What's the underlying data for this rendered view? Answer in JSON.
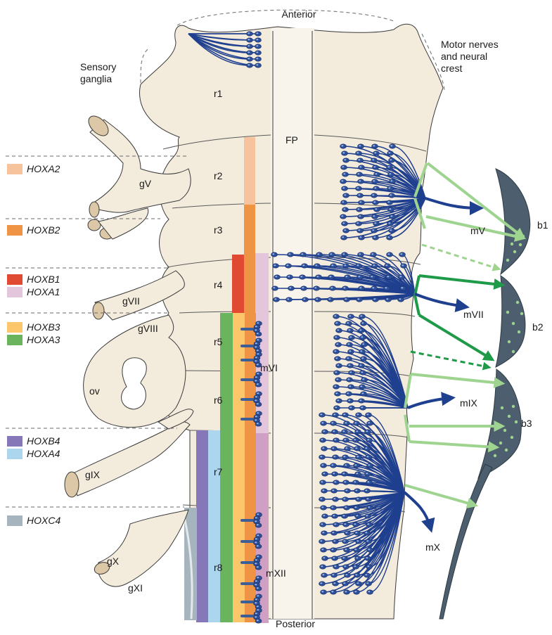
{
  "orientation": {
    "top": "Anterior",
    "bottom": "Posterior"
  },
  "side_headers": {
    "left": [
      "Sensory",
      "ganglia"
    ],
    "right": [
      "Motor nerves",
      "and neural",
      "crest"
    ]
  },
  "floor_plate": "FP",
  "rhombomeres": [
    "r1",
    "r2",
    "r3",
    "r4",
    "r5",
    "r6",
    "r7",
    "r8"
  ],
  "ganglia": [
    "gV",
    "gVII",
    "gVIII",
    "ov",
    "gIX",
    "gX",
    "gXI"
  ],
  "motor_nuclei": [
    "mVI",
    "mXII"
  ],
  "motor_nerves": [
    "mV",
    "mVII",
    "mIX",
    "mX"
  ],
  "branchial_arches": [
    "b1",
    "b2",
    "b3"
  ],
  "legend": [
    {
      "genes": [
        "HOXA2"
      ],
      "colors": [
        "#f6c39d"
      ]
    },
    {
      "genes": [
        "HOXB2"
      ],
      "colors": [
        "#ee9444"
      ]
    },
    {
      "genes": [
        "HOXB1",
        "HOXA1"
      ],
      "colors": [
        "#e04a32",
        "#e4c6dc"
      ]
    },
    {
      "genes": [
        "HOXB3",
        "HOXA3"
      ],
      "colors": [
        "#fcc76b",
        "#6bb45e"
      ]
    },
    {
      "genes": [
        "HOXB4",
        "HOXA4"
      ],
      "colors": [
        "#8678b8",
        "#acd6ee"
      ]
    },
    {
      "genes": [
        "HOXC4"
      ],
      "colors": [
        "#a5b4bd"
      ]
    }
  ],
  "colors": {
    "tissue": "#f3ebdc",
    "neuron": "#2c4f9a",
    "arrow_light": "#9ed48f",
    "arrow_dark": "#1e9a48",
    "arch": "#4d5f6e"
  }
}
